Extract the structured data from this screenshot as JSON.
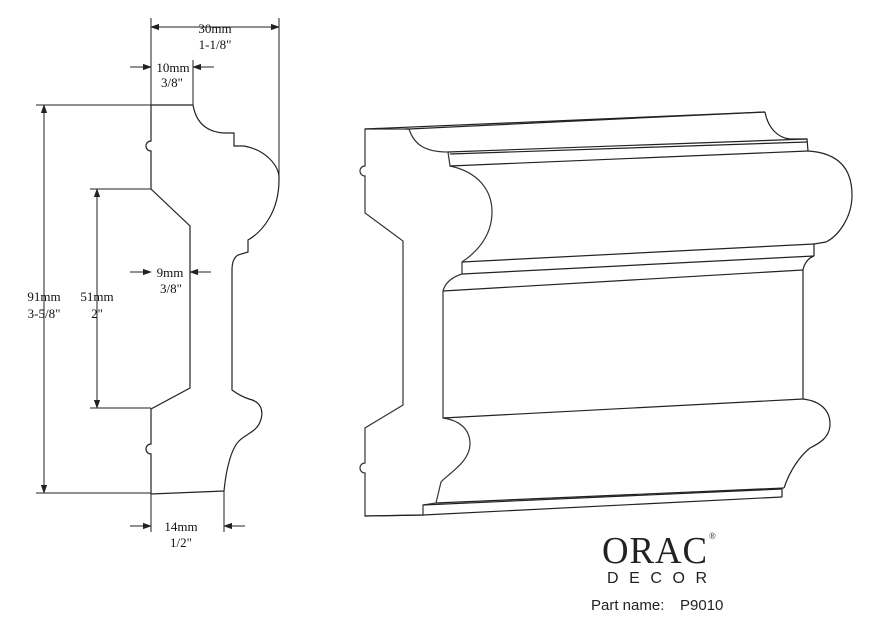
{
  "dimensions": {
    "overall_width": {
      "mm": "30mm",
      "inch": "1-1/8\""
    },
    "top_step": {
      "mm": "10mm",
      "inch": "3/8\""
    },
    "overall_height": {
      "mm": "91mm",
      "inch": "3-5/8\""
    },
    "recess_height": {
      "mm": "51mm",
      "inch": "2\""
    },
    "recess_depth": {
      "mm": "9mm",
      "inch": "3/8\""
    },
    "base_width": {
      "mm": "14mm",
      "inch": "1/2\""
    }
  },
  "brand": {
    "name": "ORAC",
    "registered": "®",
    "sub": "DECOR"
  },
  "part": {
    "label": "Part name:",
    "code": "P9010"
  }
}
